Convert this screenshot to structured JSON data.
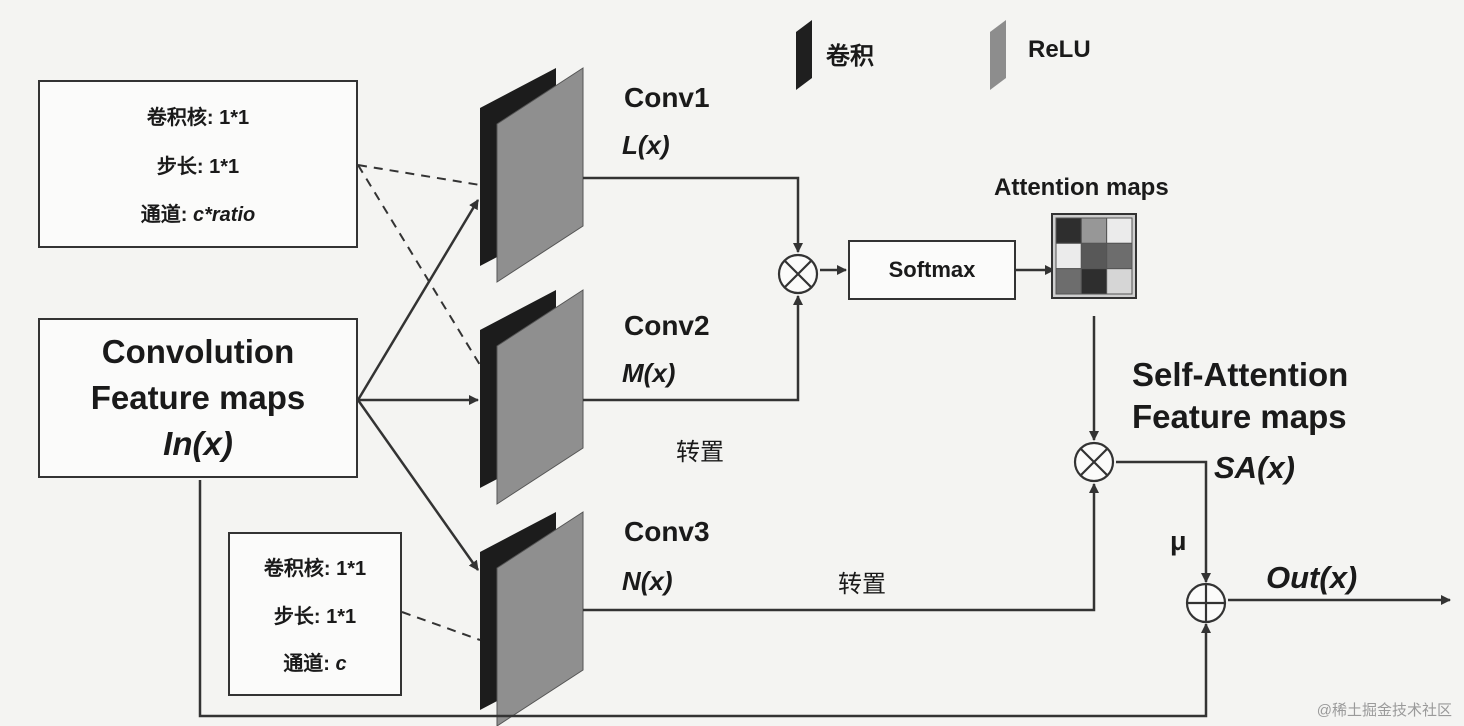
{
  "legend": {
    "conv": "卷积",
    "relu": "ReLU",
    "conv_color": "#2b2b2b",
    "relu_color": "#8a8a8a"
  },
  "param_box_top": [
    {
      "key": "卷积核:",
      "value": "1*1",
      "italic": false
    },
    {
      "key": "步长:",
      "value": "1*1",
      "italic": false
    },
    {
      "key": "通道:",
      "value": "c*ratio",
      "italic": true
    }
  ],
  "param_box_bottom": [
    {
      "key": "卷积核:",
      "value": "1*1",
      "italic": false
    },
    {
      "key": "步长:",
      "value": "1*1",
      "italic": false
    },
    {
      "key": "通道:",
      "value": "c",
      "italic": true
    }
  ],
  "input": {
    "line1": "Convolution",
    "line2": "Feature maps",
    "func": "In(x)"
  },
  "conv1": {
    "name": "Conv1",
    "func": "L(x)"
  },
  "conv2": {
    "name": "Conv2",
    "func": "M(x)",
    "note": "转置"
  },
  "conv3": {
    "name": "Conv3",
    "func": "N(x)",
    "note": "转置"
  },
  "softmax": "Softmax",
  "attention": {
    "title": "Attention maps",
    "grid": [
      [
        0.9,
        0.4,
        0.0
      ],
      [
        0.0,
        0.7,
        0.6
      ],
      [
        0.6,
        0.9,
        0.1
      ]
    ]
  },
  "self_attention": {
    "line1": "Self-Attention",
    "line2": "Feature maps",
    "func": "SA(x)"
  },
  "mu": "μ",
  "output": "Out(x)",
  "watermark": "@稀土掘金技术社区"
}
